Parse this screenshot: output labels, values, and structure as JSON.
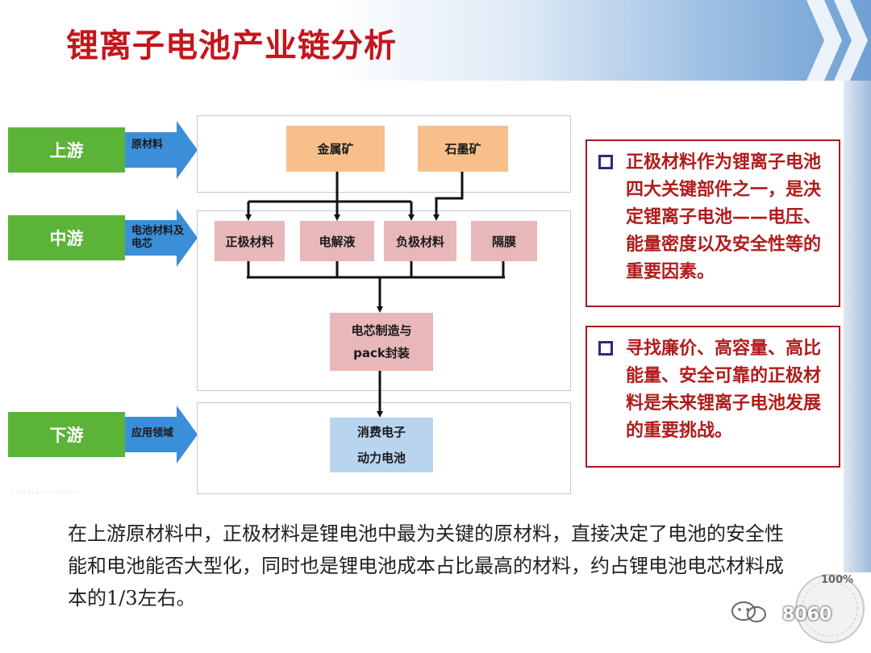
{
  "title": "锂离子电池产业链分析",
  "stages": {
    "upstream": {
      "label": "上游",
      "arrow_label": "原材料"
    },
    "midstream": {
      "label": "中游",
      "arrow_label": "电池材料及电芯"
    },
    "downstream": {
      "label": "下游",
      "arrow_label": "应用领域"
    }
  },
  "raw_materials": [
    "金属矿",
    "石墨矿"
  ],
  "components": [
    "正极材料",
    "电解液",
    "负极材料",
    "隔膜"
  ],
  "cell_manufacturing": {
    "line1": "电芯制造与",
    "line2": "pack封装"
  },
  "applications": {
    "line1": "消费电子",
    "line2": "动力电池"
  },
  "notes": [
    {
      "text": "正极材料作为锂离子电池四大关键部件之一，是决定锂离子电池——电压、能量密度以及安全性等的重要因素。"
    },
    {
      "text": "寻找廉价、高容量、高比能量、安全可靠的正极材料是未来锂离子电池发展的重要挑战。"
    }
  ],
  "caption": "在上游原材料中，正极材料是锂电池中最为关键的原材料，直接决定了电池的安全性能和电池能否大型化，同时也是锂电池成本占比最高的材料，约占锂电池电芯材料成本的1/3左右。",
  "stamp": {
    "top": "100%",
    "main": "8060"
  },
  "colors": {
    "title": "#c4161c",
    "stage_green": "#5bb338",
    "arrow_blue": "#3b8ed8",
    "raw_orange": "#f7c08a",
    "component_pink": "#e8b7b9",
    "application_blue": "#b9d4ef",
    "note_border": "#a31a1a",
    "note_text": "#b01c1c"
  },
  "icons": {
    "header": "chevron-decoration",
    "note_bullet": "hollow-square-bullet",
    "watermark": "wechat-icon"
  }
}
